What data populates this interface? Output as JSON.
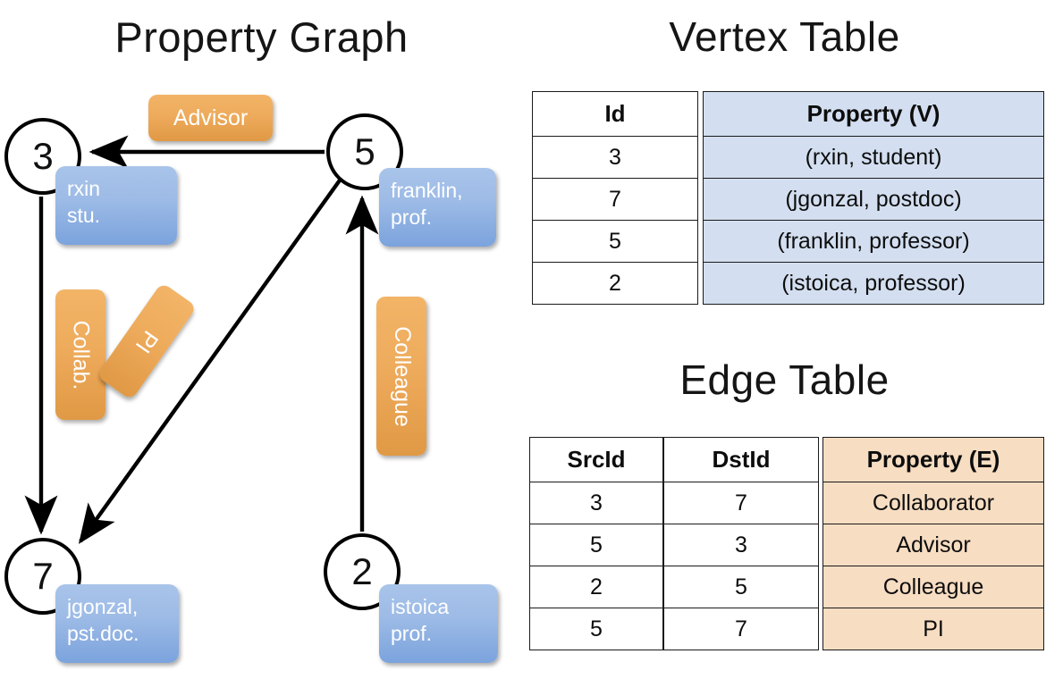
{
  "titles": {
    "property_graph": "Property Graph",
    "vertex_table": "Vertex Table",
    "edge_table": "Edge Table"
  },
  "colors": {
    "vertex_property_fill": "#d3dff0",
    "edge_property_fill": "#f7ddc2",
    "node_box_blue": "#9dbbe6",
    "edge_label_orange": "#eeab5c",
    "stroke": "#000000"
  },
  "graph": {
    "vertices": [
      {
        "id": "3",
        "property_lines": "rxin\nstu."
      },
      {
        "id": "5",
        "property_lines": "franklin,\nprof."
      },
      {
        "id": "7",
        "property_lines": "jgonzal,\npst.doc."
      },
      {
        "id": "2",
        "property_lines": "istoica\nprof."
      }
    ],
    "edge_labels": [
      {
        "name": "advisor",
        "text": "Advisor"
      },
      {
        "name": "collab",
        "text": "Collab."
      },
      {
        "name": "pi",
        "text": "PI"
      },
      {
        "name": "colleague",
        "text": "Colleague"
      }
    ],
    "edges": [
      {
        "from": "5",
        "to": "3",
        "label": "Advisor"
      },
      {
        "from": "3",
        "to": "7",
        "label": "Collab."
      },
      {
        "from": "5",
        "to": "7",
        "label": "PI"
      },
      {
        "from": "2",
        "to": "5",
        "label": "Colleague"
      }
    ]
  },
  "vertex_table": {
    "headers": {
      "id": "Id",
      "property": "Property (V)"
    },
    "rows": [
      {
        "id": "3",
        "property": "(rxin, student)"
      },
      {
        "id": "7",
        "property": "(jgonzal, postdoc)"
      },
      {
        "id": "5",
        "property": "(franklin, professor)"
      },
      {
        "id": "2",
        "property": "(istoica, professor)"
      }
    ]
  },
  "edge_table": {
    "headers": {
      "src": "SrcId",
      "dst": "DstId",
      "property": "Property (E)"
    },
    "rows": [
      {
        "src": "3",
        "dst": "7",
        "property": "Collaborator"
      },
      {
        "src": "5",
        "dst": "3",
        "property": "Advisor"
      },
      {
        "src": "2",
        "dst": "5",
        "property": "Colleague"
      },
      {
        "src": "5",
        "dst": "7",
        "property": "PI"
      }
    ]
  }
}
